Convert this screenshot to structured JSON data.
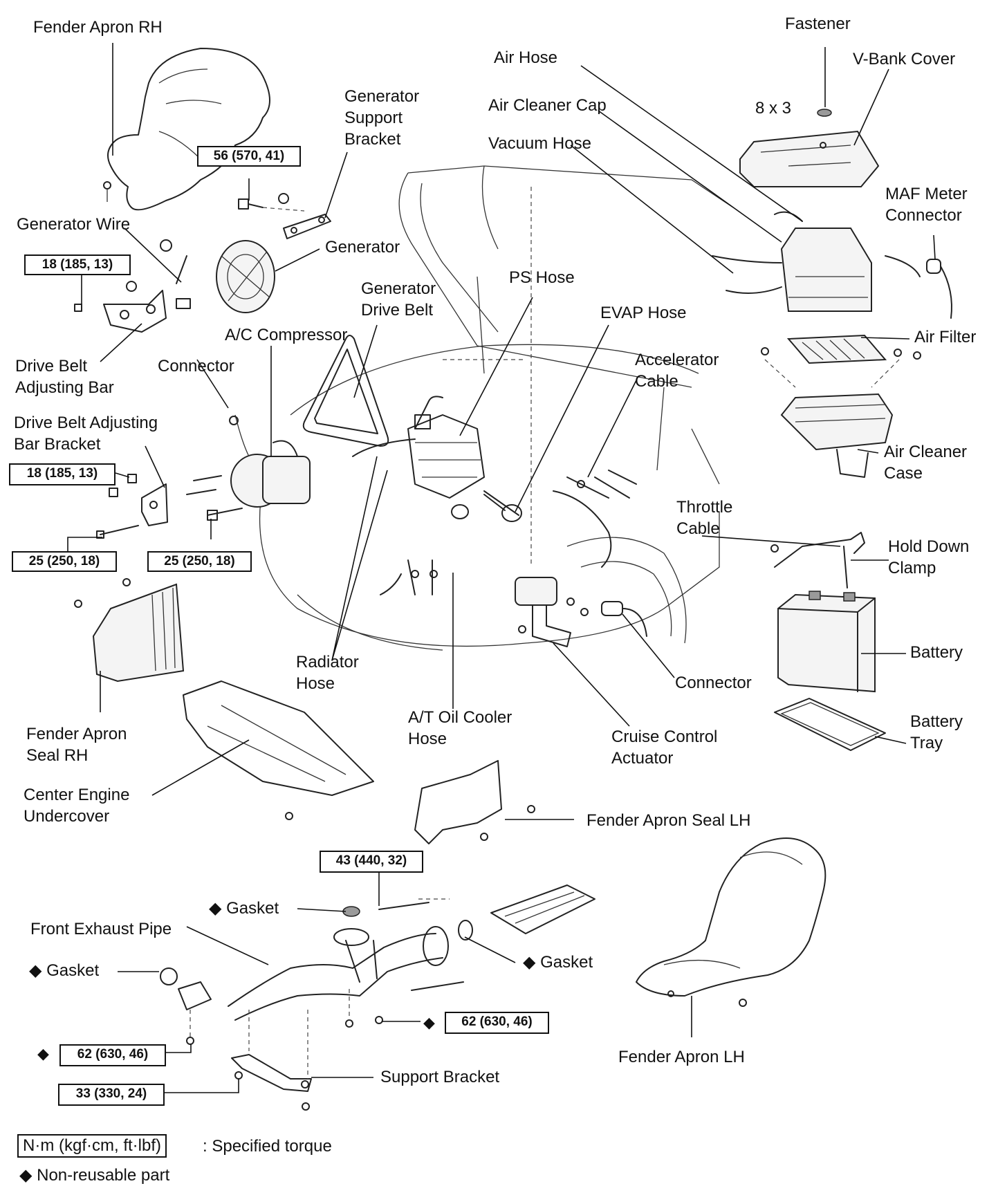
{
  "labels": {
    "fender_apron_rh": "Fender Apron RH",
    "generator_support_bracket": "Generator\nSupport\nBracket",
    "generator_wire": "Generator Wire",
    "generator": "Generator",
    "drive_belt_adjusting_bar": "Drive Belt\nAdjusting Bar",
    "connector_left": "Connector",
    "ac_compressor": "A/C Compressor",
    "generator_drive_belt": "Generator\nDrive Belt",
    "ps_hose": "PS Hose",
    "drive_belt_adjusting_bar_bracket": "Drive Belt Adjusting\nBar Bracket",
    "air_hose": "Air Hose",
    "air_cleaner_cap": "Air Cleaner Cap",
    "vacuum_hose": "Vacuum Hose",
    "fastener": "Fastener",
    "v_bank_cover": "V-Bank Cover",
    "fastener_qty": "8 x 3",
    "maf_meter_connector": "MAF Meter\nConnector",
    "evap_hose": "EVAP Hose",
    "air_filter": "Air Filter",
    "accelerator_cable": "Accelerator\nCable",
    "air_cleaner_case": "Air Cleaner\nCase",
    "throttle_cable": "Throttle\nCable",
    "hold_down_clamp": "Hold Down\nClamp",
    "battery": "Battery",
    "connector_right": "Connector",
    "radiator_hose": "Radiator\nHose",
    "at_oil_cooler_hose": "A/T Oil Cooler\nHose",
    "cruise_control_actuator": "Cruise Control\nActuator",
    "battery_tray": "Battery\nTray",
    "fender_apron_seal_rh": "Fender Apron\nSeal RH",
    "center_engine_undercover": "Center Engine\nUndercover",
    "fender_apron_seal_lh": "Fender Apron Seal LH",
    "gasket_top": "◆ Gasket",
    "front_exhaust_pipe": "Front Exhaust Pipe",
    "gasket_left": "◆ Gasket",
    "gasket_right": "◆ Gasket",
    "fender_apron_lh": "Fender Apron LH",
    "support_bracket": "Support Bracket"
  },
  "torques": {
    "t56": "56 (570, 41)",
    "t18a": "18 (185, 13)",
    "t18b": "18 (185, 13)",
    "t25a": "25 (250, 18)",
    "t25b": "25 (250, 18)",
    "t43": "43 (440, 32)",
    "t62a": "62 (630, 46)",
    "t62b": "62 (630, 46)",
    "t33": "33 (330, 24)"
  },
  "diamond_marks": {
    "d62a": "◆",
    "d62b": "◆"
  },
  "legend": {
    "torque_unit_box": "N·m (kgf·cm, ft·lbf)",
    "torque_desc": ": Specified torque",
    "non_reusable": "◆ Non-reusable part"
  }
}
